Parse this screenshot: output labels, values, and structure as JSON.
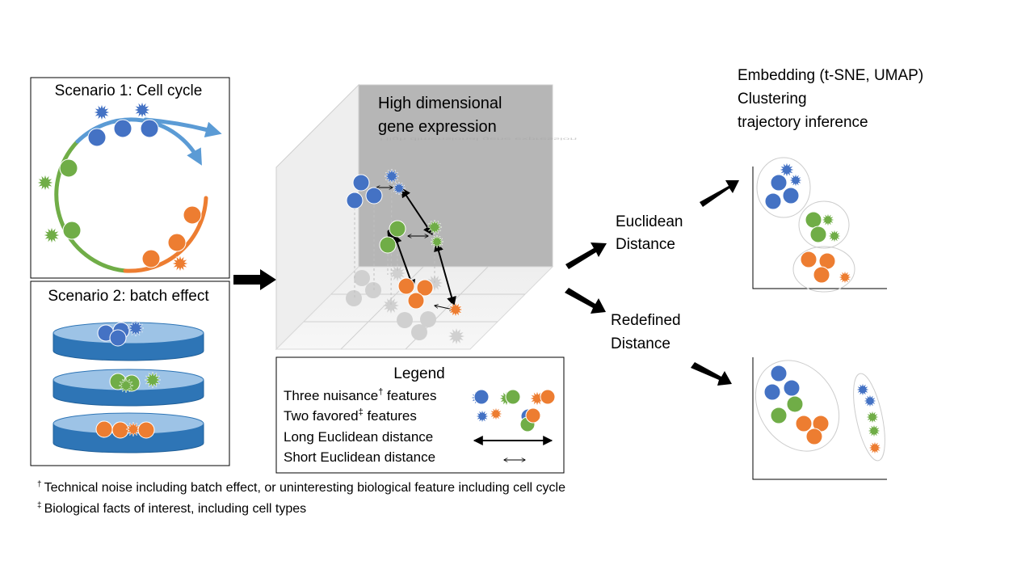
{
  "scenario1": {
    "title": "Scenario 1: Cell cycle"
  },
  "scenario2": {
    "title": "Scenario 2: batch effect"
  },
  "space3d": {
    "title_line1": "High dimensional",
    "title_line2": "gene expression"
  },
  "legend": {
    "title": "Legend",
    "items": [
      {
        "text": "Three nuisance",
        "mark": "†",
        "suffix": " features"
      },
      {
        "text": "Two favored",
        "mark": "‡",
        "suffix": " features"
      },
      {
        "text": "Long Euclidean distance",
        "mark": "",
        "suffix": ""
      },
      {
        "text": "Short Euclidean distance",
        "mark": "",
        "suffix": ""
      }
    ]
  },
  "distances": {
    "euclidean_line1": "Euclidean",
    "euclidean_line2": "Distance",
    "redefined_line1": "Redefined",
    "redefined_line2": "Distance"
  },
  "methods": {
    "line1": "Embedding (t-SNE, UMAP)",
    "line2": "Clustering",
    "line3": "trajectory inference"
  },
  "footnotes": [
    {
      "mark": "†",
      "text": "Technical noise including batch effect, or uninteresting biological feature including cell cycle"
    },
    {
      "mark": "‡",
      "text": "Biological facts of interest, including cell types"
    }
  ],
  "colors": {
    "blue": "#4472C4",
    "green": "#70AD47",
    "orange": "#ED7D31",
    "arc_blue": "#5B9BD5",
    "disk": "#9DC3E6",
    "grey": "#D0D0D0"
  }
}
